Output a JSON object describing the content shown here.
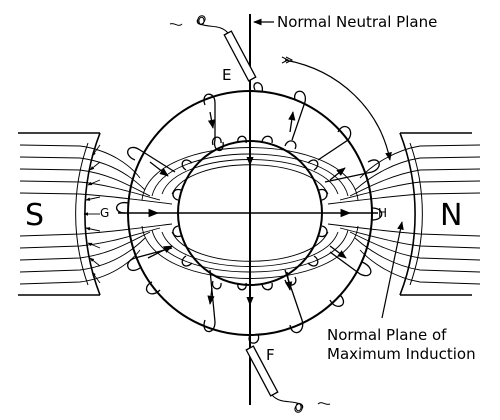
{
  "labels": {
    "south_pole": "S",
    "north_pole": "N",
    "point_e": "E",
    "point_f": "F",
    "point_g": "G",
    "point_h": "H",
    "neutral_plane": "Normal Neutral Plane",
    "induction_line1": "Normal Plane of",
    "induction_line2": "Maximum Induction"
  },
  "colors": {
    "ink": "#000000",
    "paper": "#ffffff"
  }
}
